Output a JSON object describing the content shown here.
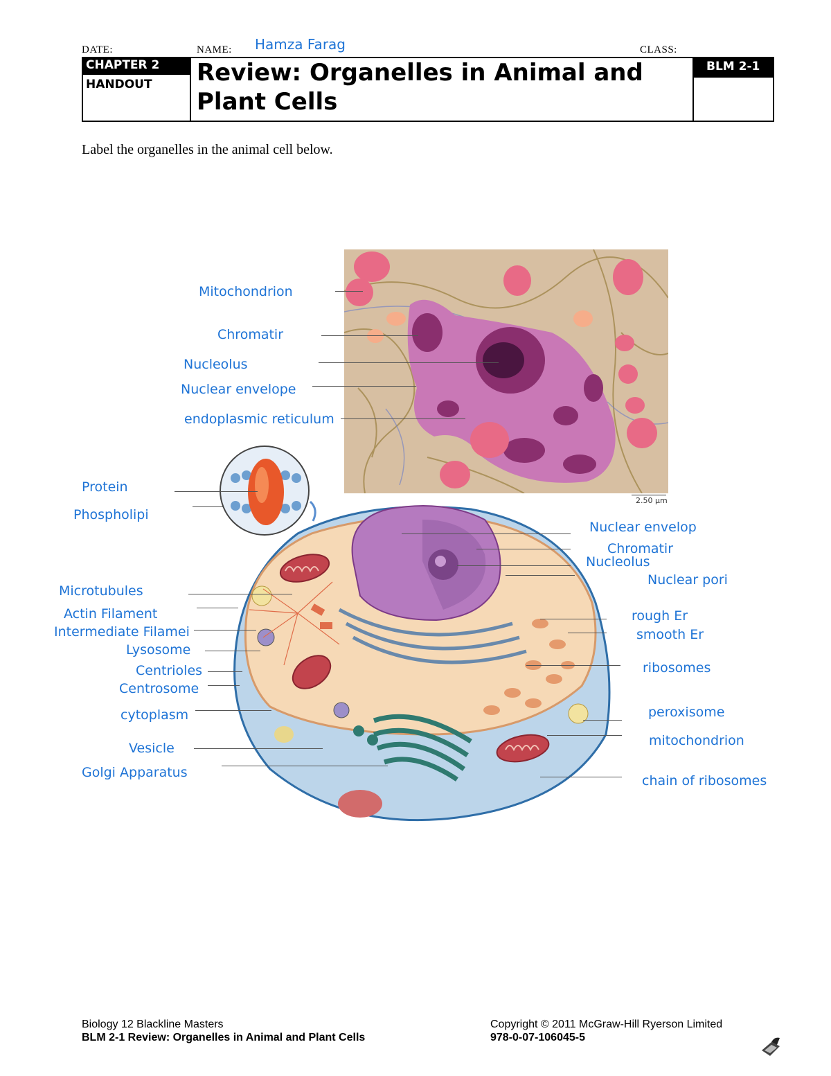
{
  "header": {
    "date_label": "DATE:",
    "name_label": "NAME:",
    "name_value": "Hamza Farag",
    "class_label": "CLASS:",
    "chapter": "CHAPTER 2",
    "handout": "HANDOUT",
    "title_line1": "Review: Organelles in Animal and",
    "title_line2": "Plant Cells",
    "blm": "BLM 2-1"
  },
  "instructions": "Label the organelles in the animal cell below.",
  "micrograph": {
    "scale_bar": "2.50 µm",
    "labels": [
      "Mitochondrion",
      "Chromatir",
      "Nucleolus",
      "Nuclear envelope",
      "endoplasmic reticulum"
    ]
  },
  "cell_left_labels": [
    "Protein",
    "Phospholipi",
    "Microtubules",
    "Actin Filament",
    "Intermediate Filamei",
    "Lysosome",
    "Centrioles",
    "Centrosome",
    "cytoplasm",
    "Vesicle",
    "Golgi Apparatus"
  ],
  "cell_right_labels": [
    "Nuclear envelop",
    "Chromatir",
    "Nucleolus",
    "Nuclear pori",
    "rough Er",
    "smooth Er",
    "ribosomes",
    "peroxisome",
    "mitochondrion",
    "chain of ribosomes"
  ],
  "footer": {
    "left_line1": "Biology 12 Blackline Masters",
    "left_line2": "BLM 2-1 Review: Organelles in Animal and Plant Cells",
    "right_line1": "Copyright © 2011 McGraw-Hill Ryerson Limited",
    "right_line2": "978-0-07-106045-5"
  },
  "colors": {
    "handwriting_blue": "#1f74d6",
    "nucleus_purple": "#8a2f6e",
    "mito_pink": "#e86a86"
  }
}
